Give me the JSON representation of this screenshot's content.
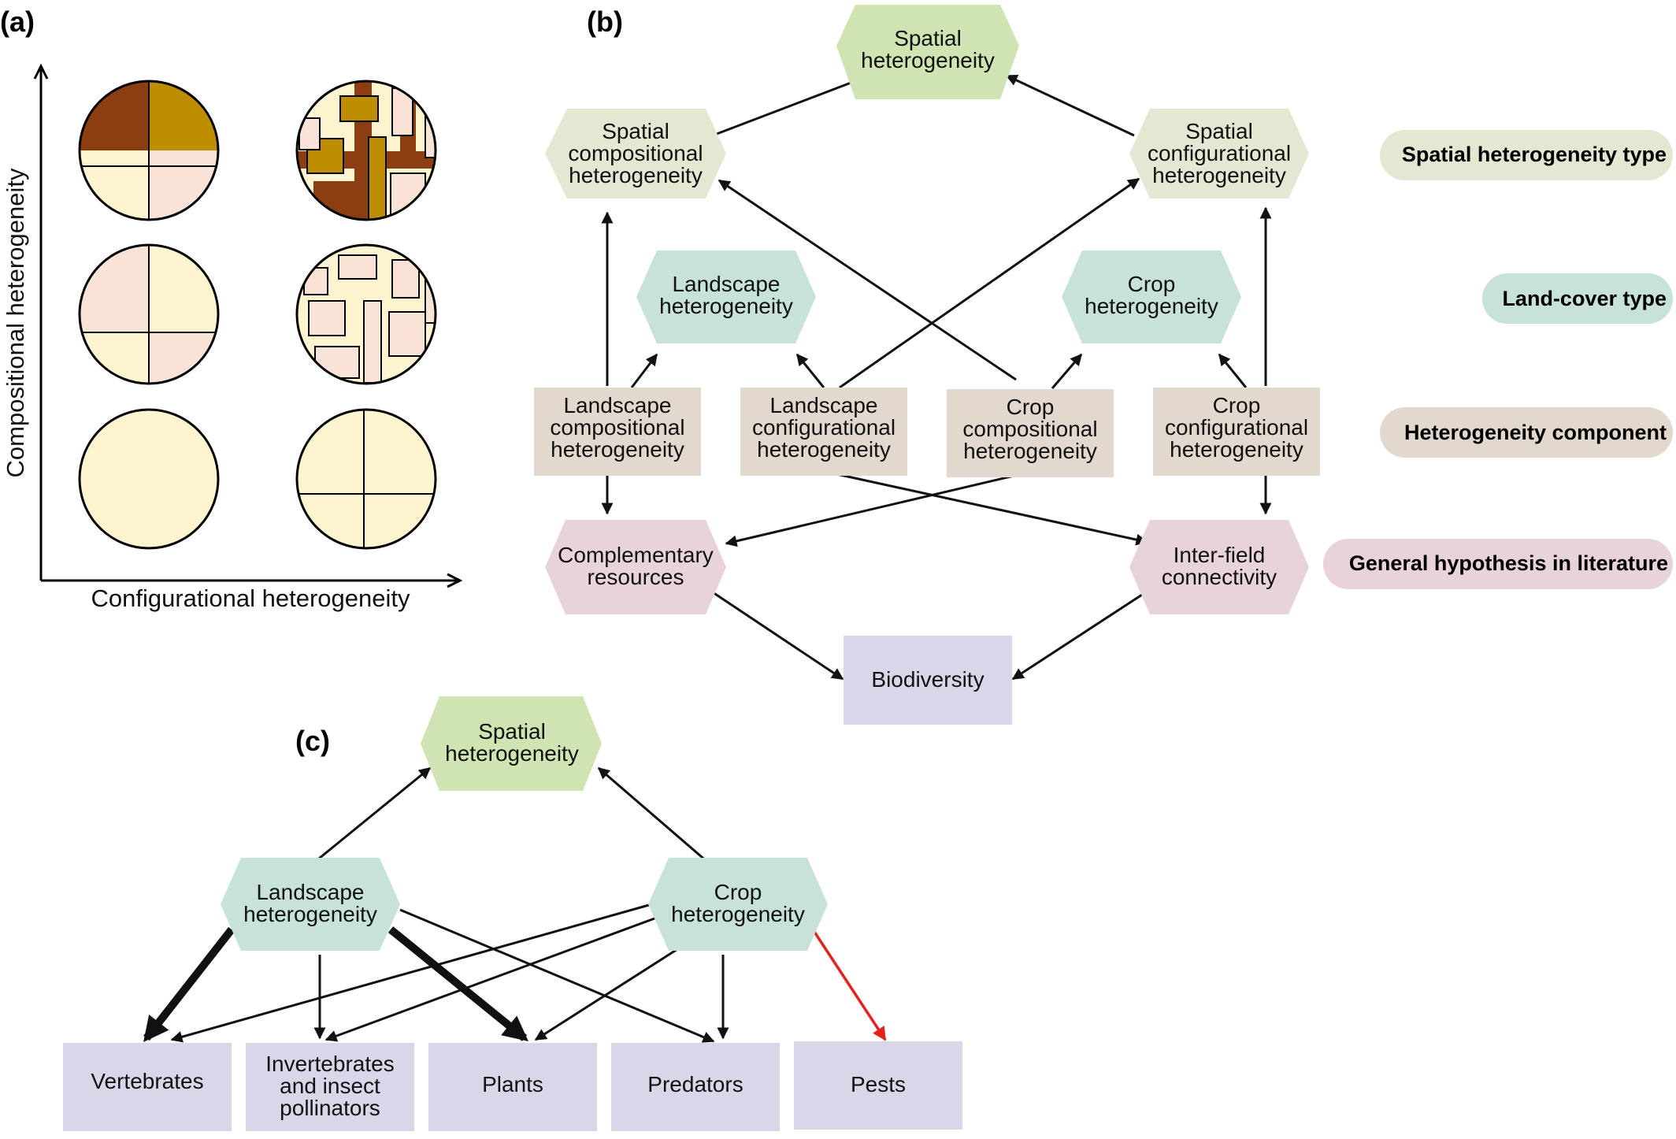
{
  "panels": {
    "a": "(a)",
    "b": "(b)",
    "c": "(c)"
  },
  "panel_a": {
    "y_axis_label": "Compositional heterogeneity",
    "x_axis_label": "Configurational heterogeneity"
  },
  "panel_b": {
    "spatial": [
      "Spatial",
      "heterogeneity"
    ],
    "spatial_compositional": [
      "Spatial",
      "compositional",
      "heterogeneity"
    ],
    "spatial_configurational": [
      "Spatial",
      "configurational",
      "heterogeneity"
    ],
    "landscape_het": [
      "Landscape",
      "heterogeneity"
    ],
    "crop_het": [
      "Crop",
      "heterogeneity"
    ],
    "landscape_compositional": [
      "Landscape",
      "compositional",
      "heterogeneity"
    ],
    "landscape_configurational": [
      "Landscape",
      "configurational",
      "heterogeneity"
    ],
    "crop_compositional": [
      "Crop",
      "compositional",
      "heterogeneity"
    ],
    "crop_configurational": [
      "Crop",
      "configurational",
      "heterogeneity"
    ],
    "complementary": [
      "Complementary",
      "resources"
    ],
    "interfield": [
      "Inter-field",
      "connectivity"
    ],
    "biodiversity": [
      "Biodiversity"
    ]
  },
  "legend": [
    {
      "label": "Spatial heterogeneity type",
      "color": "#e4e8d2"
    },
    {
      "label": "Land-cover type",
      "color": "#c6e2d9"
    },
    {
      "label": "Heterogeneity component",
      "color": "#e2d8cd"
    },
    {
      "label": "General hypothesis in literature",
      "color": "#e8d3d9"
    }
  ],
  "panel_c": {
    "spatial": [
      "Spatial",
      "heterogeneity"
    ],
    "landscape_het": [
      "Landscape",
      "heterogeneity"
    ],
    "crop_het": [
      "Crop",
      "heterogeneity"
    ],
    "vertebrates": [
      "Vertebrates"
    ],
    "invertebrates": [
      "Invertebrates",
      "and insect",
      "pollinators"
    ],
    "plants": [
      "Plants"
    ],
    "predators": [
      "Predators"
    ],
    "pests": [
      "Pests"
    ]
  },
  "colors": {
    "spatial_green": "#cfe3b3",
    "type_pale": "#e4e8d2",
    "landcover_teal": "#c6e2d9",
    "component_tan": "#e2d8cd",
    "hypothesis_pink": "#e8d3d9",
    "outcome_lavender": "#d8d6e8",
    "arrow_black": "#111111",
    "arrow_red": "#e3231b",
    "map_brown": "#8b3e12",
    "map_gold": "#bf8e00",
    "map_cream": "#fff4d0",
    "map_pink": "#f9e3d6"
  }
}
